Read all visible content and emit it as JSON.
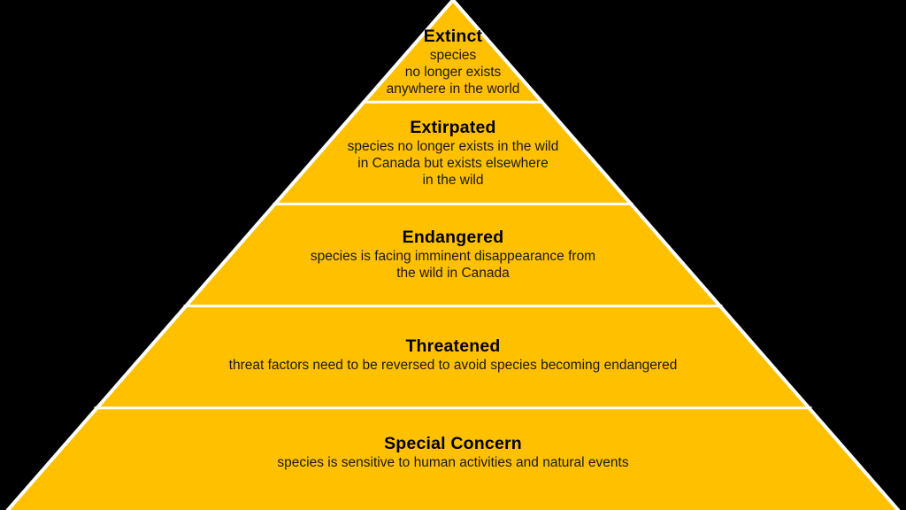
{
  "canvas": {
    "background_color": "#000000"
  },
  "pyramid": {
    "fill_color": "#FFC000",
    "separator_color": "#FFFFFF",
    "title_text_color": "#000000",
    "body_text_color": "#1A1A1A",
    "tiers": [
      {
        "rank": 1,
        "title": "Extinct",
        "description": "species\nno longer exists\nanywhere in the world"
      },
      {
        "rank": 2,
        "title": "Extirpated",
        "description": "species no longer exists in the wild\nin Canada but exists elsewhere\nin the wild"
      },
      {
        "rank": 3,
        "title": "Endangered",
        "description": "species is facing imminent disappearance from\nthe wild in Canada"
      },
      {
        "rank": 4,
        "title": "Threatened",
        "description": "threat factors need to be reversed to avoid species becoming endangered"
      },
      {
        "rank": 5,
        "title": "Special Concern",
        "description": "species is sensitive to human activities and natural events"
      }
    ]
  }
}
